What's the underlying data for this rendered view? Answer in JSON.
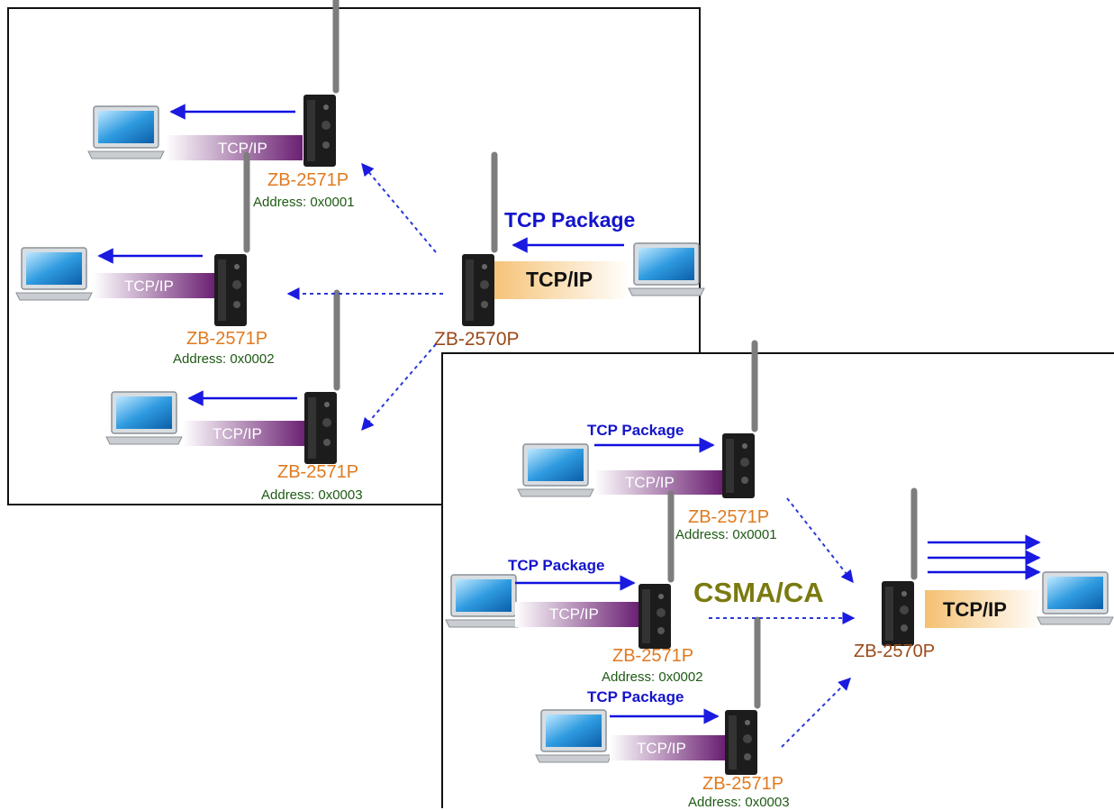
{
  "colors": {
    "device_name": "#e07a1e",
    "coordinator_name": "#9a4a1a",
    "address": "#1e5a14",
    "arrow_solid": "#1010e0",
    "arrow_dashed": "#2a3ad8",
    "tcp_package_text": "#1414cc",
    "csma_text": "#7a7a10",
    "tcpip_purple": "#6a1f72",
    "tcpip_orange": "#f5c070"
  },
  "icons": {
    "laptop": "laptop-icon",
    "device": "zigbee-device-icon"
  },
  "panel_a": {
    "title_text": "TCP Package",
    "coordinator": {
      "name": "ZB-2570P",
      "link_label": "TCP/IP"
    },
    "nodes": [
      {
        "name": "ZB-2571P",
        "address": "Address: 0x0001",
        "link_label": "TCP/IP"
      },
      {
        "name": "ZB-2571P",
        "address": "Address: 0x0002",
        "link_label": "TCP/IP"
      },
      {
        "name": "ZB-2571P",
        "address": "Address: 0x0003",
        "link_label": "TCP/IP"
      }
    ]
  },
  "panel_b": {
    "medium_access": "CSMA/CA",
    "coordinator": {
      "name": "ZB-2570P",
      "link_label": "TCP/IP"
    },
    "nodes": [
      {
        "name": "ZB-2571P",
        "address": "Address: 0x0001",
        "link_label": "TCP/IP",
        "package_label": "TCP Package"
      },
      {
        "name": "ZB-2571P",
        "address": "Address: 0x0002",
        "link_label": "TCP/IP",
        "package_label": "TCP Package"
      },
      {
        "name": "ZB-2571P",
        "address": "Address: 0x0003",
        "link_label": "TCP/IP",
        "package_label": "TCP Package"
      }
    ]
  }
}
